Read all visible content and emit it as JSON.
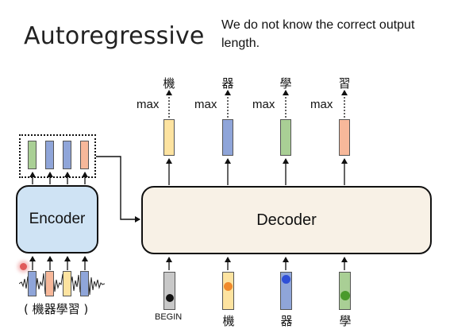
{
  "slide": {
    "title": "Autoregressive",
    "note": "We do not know the correct output length."
  },
  "encoder": {
    "label": "Encoder"
  },
  "decoder": {
    "label": "Decoder"
  },
  "output_tokens": [
    "機",
    "器",
    "學",
    "習"
  ],
  "max_label": "max",
  "input_caption": "( 機器學習 )",
  "decoder_inputs": [
    "BEGIN",
    "機",
    "器",
    "學"
  ],
  "colors": {
    "yellow": "#fde3a0",
    "blue": "#8fa5d9",
    "green": "#a9cf95",
    "orange": "#f7b89a",
    "gray": "#c8c8c8",
    "encoder_fill": "#cfe3f4",
    "decoder_fill": "#f8f1e6"
  }
}
